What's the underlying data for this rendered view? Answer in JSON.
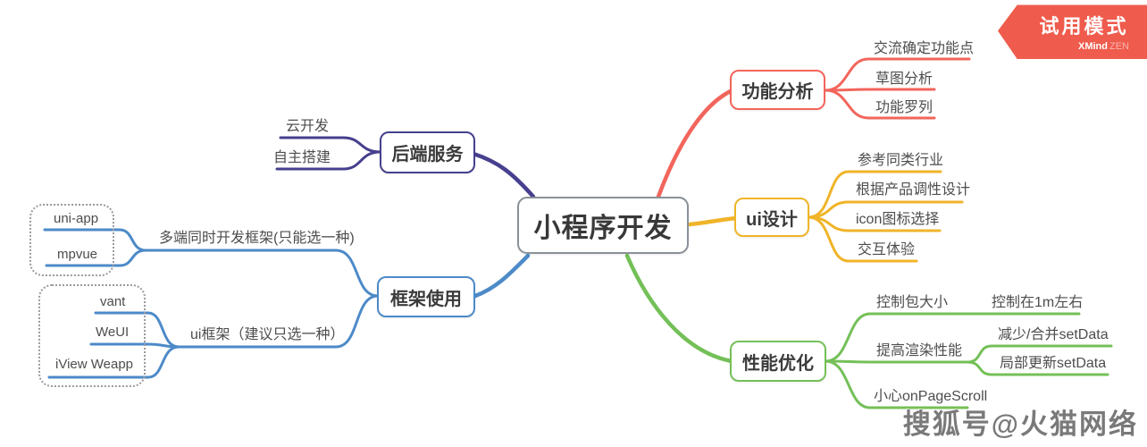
{
  "colors": {
    "red": "#f2655c",
    "yellow": "#f0b429",
    "green": "#74c058",
    "indigo": "#46408e",
    "blue": "#4d8ac8",
    "center_border": "#8a9199",
    "boundary": "#9a9aa0",
    "banner_bg": "#ef5b4c"
  },
  "banner": {
    "title": "试用模式",
    "brand": "XMind",
    "brand_suffix": "ZEN"
  },
  "watermark": {
    "text": "搜狐号@火猫网络"
  },
  "mindmap": {
    "root": "小程序开发",
    "branches": [
      {
        "label": "功能分析",
        "color": "red",
        "children": [
          {
            "label": "交流确定功能点"
          },
          {
            "label": "草图分析"
          },
          {
            "label": "功能罗列"
          }
        ]
      },
      {
        "label": "ui设计",
        "color": "yellow",
        "children": [
          {
            "label": "参考同类行业"
          },
          {
            "label": "根据产品调性设计"
          },
          {
            "label": "icon图标选择"
          },
          {
            "label": "交互体验"
          }
        ]
      },
      {
        "label": "性能优化",
        "color": "green",
        "children": [
          {
            "label": "控制包大小",
            "children": [
              {
                "label": "控制在1m左右"
              }
            ]
          },
          {
            "label": "提高渲染性能",
            "children": [
              {
                "label": "减少/合并setData"
              },
              {
                "label": "局部更新setData"
              }
            ]
          },
          {
            "label": "小心onPageScroll"
          }
        ]
      },
      {
        "label": "后端服务",
        "color": "indigo",
        "children": [
          {
            "label": "云开发"
          },
          {
            "label": "自主搭建"
          }
        ]
      },
      {
        "label": "框架使用",
        "color": "blue",
        "children": [
          {
            "label": "多端同时开发框架(只能选一种)",
            "children": [
              {
                "label": "uni-app"
              },
              {
                "label": "mpvue"
              }
            ]
          },
          {
            "label": "ui框架（建议只选一种）",
            "children": [
              {
                "label": "vant"
              },
              {
                "label": "WeUI"
              },
              {
                "label": "iView Weapp"
              }
            ]
          }
        ]
      }
    ]
  }
}
